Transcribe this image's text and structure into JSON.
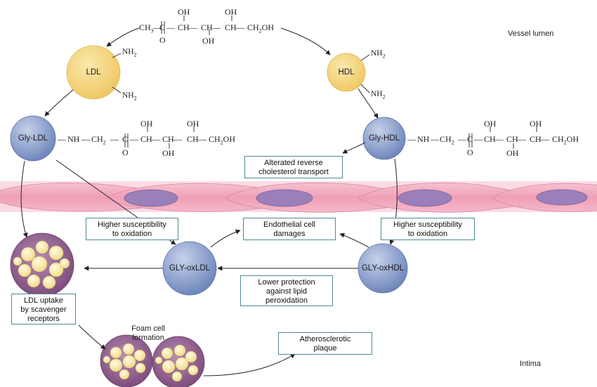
{
  "regions": {
    "vessel_lumen": "Vessel lumen",
    "intima": "Intima"
  },
  "top_molecule": {
    "chain_left": "CH",
    "chain_left_sub": "3",
    "c": "C",
    "ch": "CH",
    "ch2oh": "CH",
    "ch2oh_sub": "2",
    "ch2oh_tail": "OH",
    "oh": "OH",
    "o": "O"
  },
  "nodes": {
    "ldl": "LDL",
    "hdl": "HDL",
    "gly_ldl": "Gly-LDL",
    "gly_hdl": "Gly-HDL",
    "gly_oxldl": "GLY-oxLDL",
    "gly_oxhdl": "GLY-oxHDL"
  },
  "amine": {
    "nh": "NH",
    "sub": "2"
  },
  "gly_chain": {
    "nh": "NH",
    "ch2": "CH",
    "sub": "2",
    "c": "C",
    "ch": "CH",
    "oh": "OH",
    "o": "O"
  },
  "boxes": {
    "reverse_transport": [
      "Alterated reverse",
      "cholesterol transport"
    ],
    "susceptibility_left": [
      "Higher susceptibility",
      "to oxidation"
    ],
    "susceptibility_right": [
      "Higher susceptibility",
      "to oxidation"
    ],
    "endothelial": [
      "Endothelial cell",
      "damages"
    ],
    "lower_protection": [
      "Lower protection",
      "against lipid",
      "peroxidation"
    ],
    "ldl_uptake": [
      "LDL uptake",
      "by scavenger",
      "receptors"
    ],
    "plaque": [
      "Atherosclerotic",
      "plaque"
    ]
  },
  "foam_caption": [
    "Foam cell",
    "formation"
  ],
  "colors": {
    "ldl_fill": "#f4d57e",
    "gly_fill": "#7f96c4",
    "endothelium": "#f2a9bd",
    "nucleus": "#9a7fb8",
    "box_border": "#4d8a93",
    "foam_cell": "#8f5c8e",
    "lipid": "#f7e7a6"
  }
}
